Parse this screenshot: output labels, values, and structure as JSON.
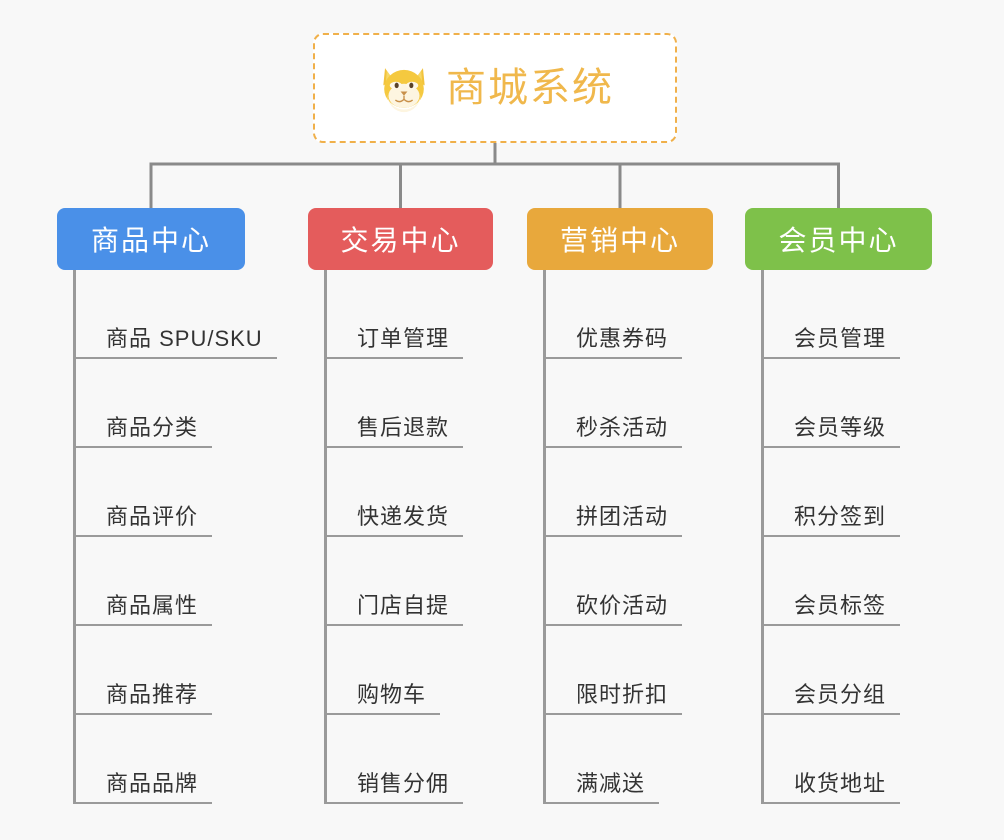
{
  "background_color": "#f8f8f8",
  "root": {
    "icon": "shiba-dog-face-icon",
    "title": "商城系统",
    "border_color": "#f0b04a",
    "text_color": "#f0b84c",
    "fill_color": "#ffffff"
  },
  "connector_color": "#8a8a8a",
  "leaf_line_color": "#9a9a9a",
  "leaf_text_color": "#333333",
  "columns": [
    {
      "title": "商品中心",
      "color": "#4a90e8",
      "items": [
        "商品 SPU/SKU",
        "商品分类",
        "商品评价",
        "商品属性",
        "商品推荐",
        "商品品牌"
      ]
    },
    {
      "title": "交易中心",
      "color": "#e45c5c",
      "items": [
        "订单管理",
        "售后退款",
        "快递发货",
        "门店自提",
        "购物车",
        "销售分佣"
      ]
    },
    {
      "title": "营销中心",
      "color": "#e8a83c",
      "items": [
        "优惠券码",
        "秒杀活动",
        "拼团活动",
        "砍价活动",
        "限时折扣",
        "满减送"
      ]
    },
    {
      "title": "会员中心",
      "color": "#7ec14a",
      "items": [
        "会员管理",
        "会员等级",
        "积分签到",
        "会员标签",
        "会员分组",
        "收货地址"
      ]
    }
  ]
}
